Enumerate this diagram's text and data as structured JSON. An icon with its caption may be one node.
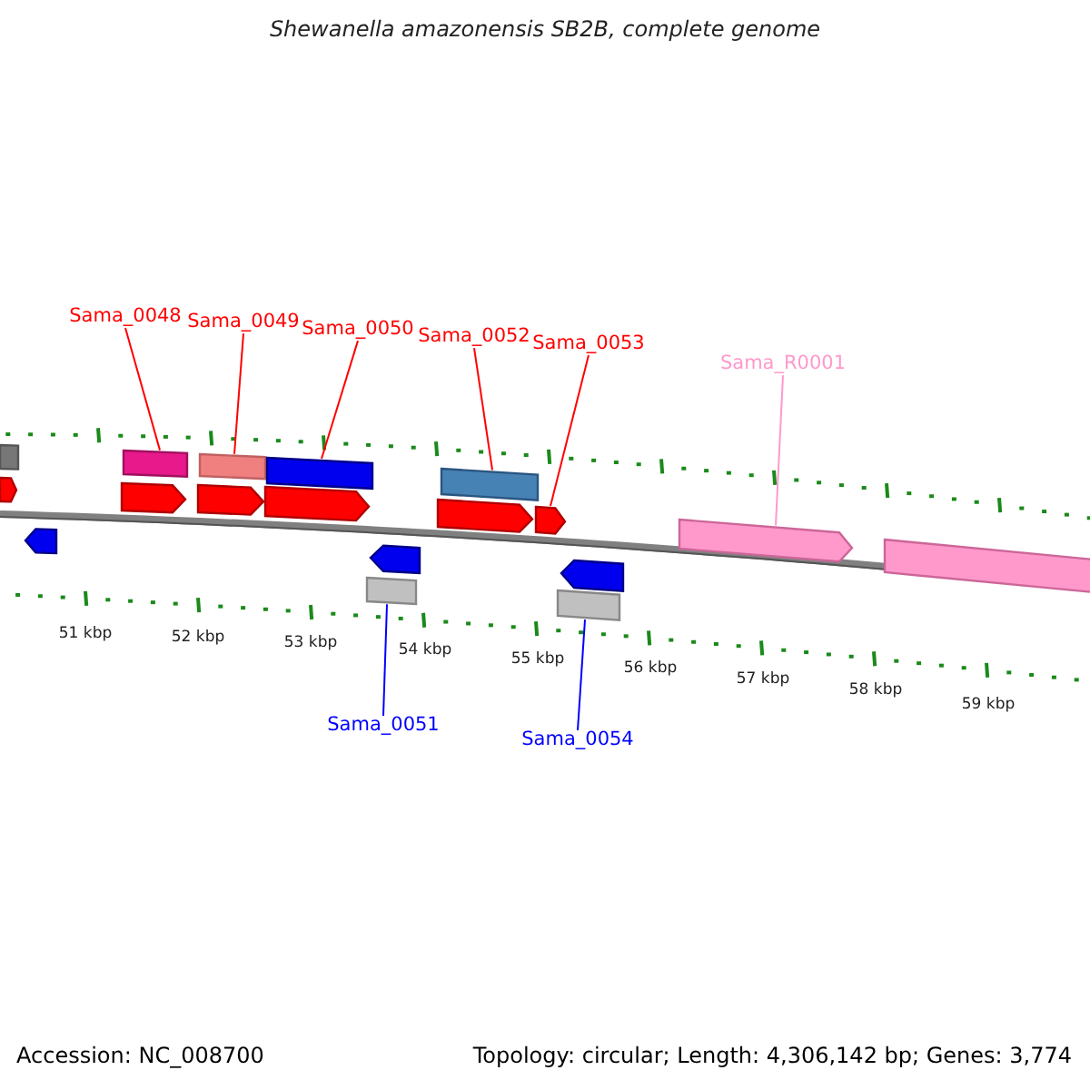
{
  "diagram": {
    "title": "Shewanella amazonensis SB2B, complete genome",
    "nodes": [
      {
        "text": [
          "Sama_0048"
        ]
      },
      {
        "text": [],
        "shape": "box"
      },
      {
        "text": [
          "Sama_0049"
        ]
      },
      {
        "text": [],
        "shape": "box"
      },
      {
        "text": [
          "Sama_0050"
        ]
      },
      {
        "text": [],
        "shape": "box"
      },
      {
        "text": [
          "Sama_0052"
        ]
      },
      {
        "text": [],
        "shape": "box"
      },
      {
        "text": [
          "Sama_0053"
        ]
      },
      {
        "text": [],
        "shape": "arrow"
      },
      {
        "text": [
          "Sama_R0001"
        ]
      },
      {
        "text": [],
        "shape": "arrow"
      },
      {
        "text": [
          "Sama_0051"
        ]
      },
      {
        "text": [],
        "shape": "box"
      },
      {
        "text": [
          "Sama_0054"
        ]
      },
      {
        "text": [],
        "shape": "box"
      },
      {
        "text": [],
        "shape": "box"
      },
      {
        "text": [],
        "shape": "arrow"
      },
      {
        "text": [],
        "shape": "arrow"
      },
      {
        "text": [],
        "shape": "arrow"
      },
      {
        "text": [],
        "shape": "arrow"
      },
      {
        "text": [],
        "shape": "arrow"
      },
      {
        "text": [],
        "shape": "arrow"
      },
      {
        "text": [],
        "shape": "arrow"
      },
      {
        "text": [],
        "shape": "arrow"
      },
      {
        "text": [],
        "shape": "box"
      }
    ],
    "edges": [
      {
        "from": 0,
        "to": 1,
        "arrow": "none"
      },
      {
        "from": 2,
        "to": 3,
        "arrow": "none"
      },
      {
        "from": 4,
        "to": 5,
        "arrow": "none"
      },
      {
        "from": 6,
        "to": 7,
        "arrow": "none"
      },
      {
        "from": 8,
        "to": 9,
        "arrow": "none"
      },
      {
        "from": 10,
        "to": 11,
        "arrow": "none",
        "color": "#ff99cc"
      },
      {
        "from": 12,
        "to": 13,
        "arrow": "none",
        "color": "#0000ff"
      },
      {
        "from": 14,
        "to": 15,
        "arrow": "none",
        "color": "#0000ff"
      }
    ],
    "labels": [
      "51 kbp",
      "52 kbp",
      "53 kbp",
      "54 kbp",
      "55 kbp",
      "56 kbp",
      "57 kbp",
      "58 kbp",
      "59 kbp",
      "Accession: NC_008700",
      "Topology: circular; Length: 4,306,142 bp; Genes: 3,774"
    ]
  }
}
